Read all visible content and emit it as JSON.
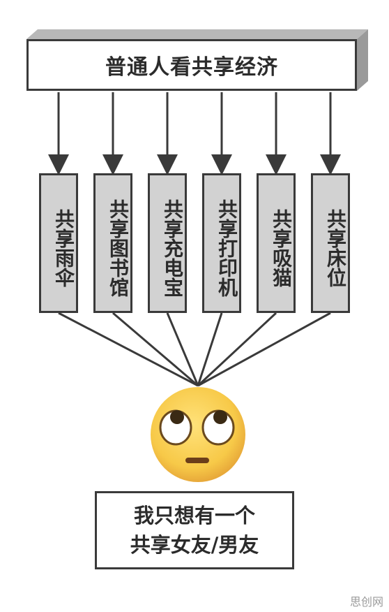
{
  "title": "普通人看共享经济",
  "items": [
    "共享雨伞",
    "共享图书馆",
    "共享充电宝",
    "共享打印机",
    "共享吸猫",
    "共享床位"
  ],
  "result": {
    "line1": "我只想有一个",
    "line2": "共享女友/男友"
  },
  "emoji": "face-with-rolling-eyes",
  "watermark": "思创网",
  "colors": {
    "box_fill": "#d2d2d2",
    "border": "#3a3a3a",
    "title_shadow": "#b8b8b8",
    "emoji_yellow": "#f7c948"
  }
}
